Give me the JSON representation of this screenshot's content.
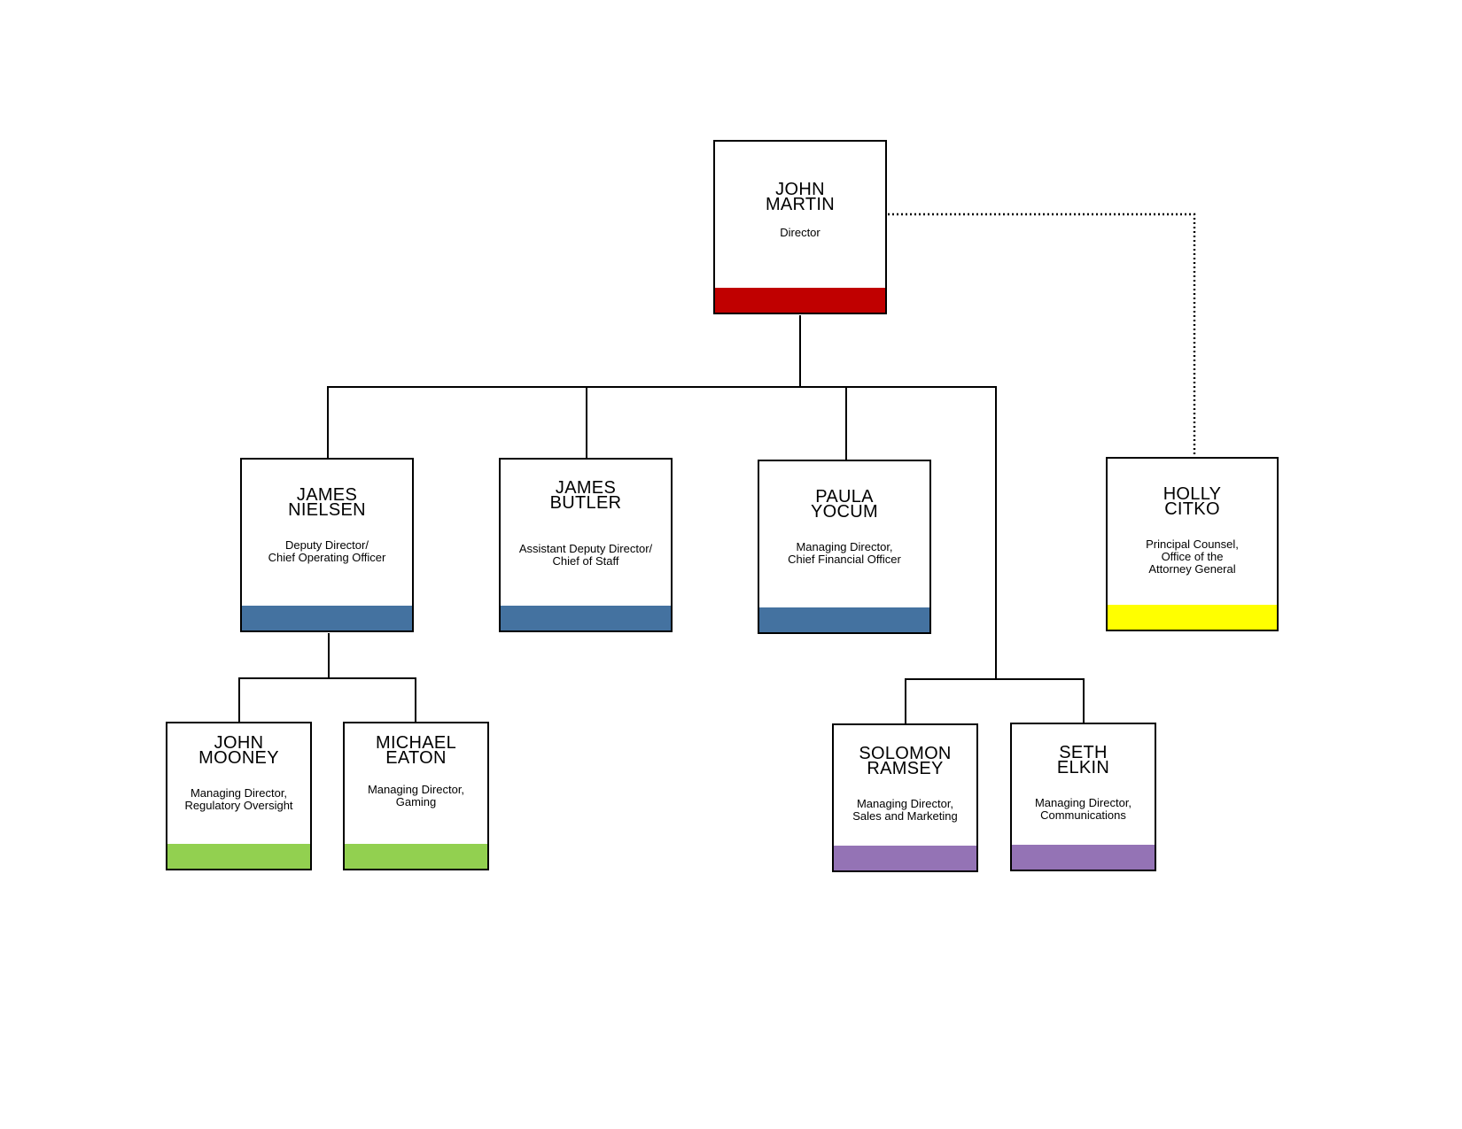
{
  "colors": {
    "director": "#c00000",
    "executive": "#4472a0",
    "counsel": "#ffff00",
    "operations": "#92d050",
    "sales_comms": "#9473b5"
  },
  "nodes": [
    {
      "id": "john-martin",
      "first": "JOHN",
      "last": "MARTIN",
      "roles": [
        "Director"
      ],
      "color": "director"
    },
    {
      "id": "james-nielsen",
      "first": "JAMES",
      "last": "NIELSEN",
      "roles": [
        "Deputy Director/",
        "Chief Operating Officer"
      ],
      "color": "executive"
    },
    {
      "id": "james-butler",
      "first": "JAMES",
      "last": "BUTLER",
      "roles": [
        "Assistant Deputy Director/",
        "Chief of Staff"
      ],
      "color": "executive"
    },
    {
      "id": "paula-yocum",
      "first": "PAULA",
      "last": "YOCUM",
      "roles": [
        "Managing Director,",
        "Chief Financial Officer"
      ],
      "color": "executive"
    },
    {
      "id": "holly-citko",
      "first": "HOLLY",
      "last": "CITKO",
      "roles": [
        "Principal Counsel,",
        "Office of the",
        "Attorney General"
      ],
      "color": "counsel"
    },
    {
      "id": "john-mooney",
      "first": "JOHN",
      "last": "MOONEY",
      "roles": [
        "Managing Director,",
        "Regulatory Oversight"
      ],
      "color": "operations"
    },
    {
      "id": "michael-eaton",
      "first": "MICHAEL",
      "last": "EATON",
      "roles": [
        "Managing Director,",
        "Gaming"
      ],
      "color": "operations"
    },
    {
      "id": "solomon-ramsey",
      "first": "SOLOMON",
      "last": "RAMSEY",
      "roles": [
        "Managing Director,",
        "Sales and Marketing"
      ],
      "color": "sales_comms"
    },
    {
      "id": "seth-elkin",
      "first": "SETH",
      "last": "ELKIN",
      "roles": [
        "Managing Director,",
        "Communications"
      ],
      "color": "sales_comms"
    }
  ],
  "reporting_lines": [
    {
      "from": "john-martin",
      "to": "james-nielsen",
      "style": "solid"
    },
    {
      "from": "john-martin",
      "to": "james-butler",
      "style": "solid"
    },
    {
      "from": "john-martin",
      "to": "paula-yocum",
      "style": "solid"
    },
    {
      "from": "john-martin",
      "to": "solomon-ramsey",
      "style": "solid"
    },
    {
      "from": "john-martin",
      "to": "seth-elkin",
      "style": "solid"
    },
    {
      "from": "john-martin",
      "to": "holly-citko",
      "style": "dotted"
    },
    {
      "from": "james-nielsen",
      "to": "john-mooney",
      "style": "solid"
    },
    {
      "from": "james-nielsen",
      "to": "michael-eaton",
      "style": "solid"
    }
  ]
}
